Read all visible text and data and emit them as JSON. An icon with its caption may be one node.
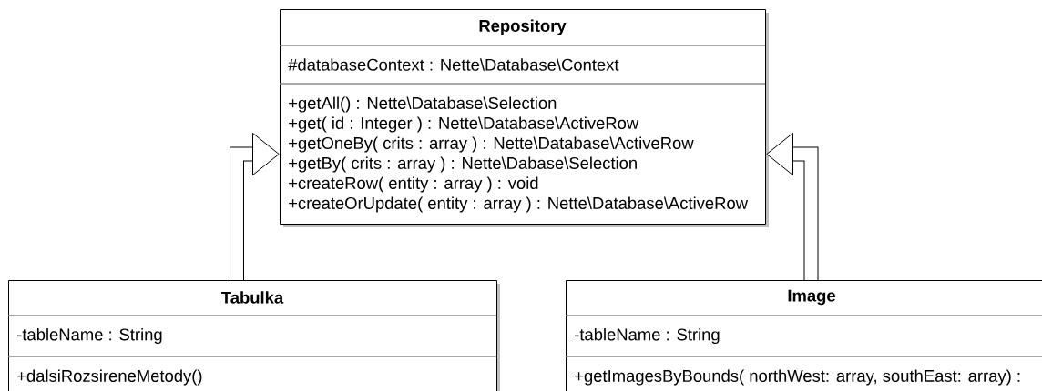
{
  "diagram": {
    "nodes": [
      {
        "text": [
          "Repository",
          "#databaseContext : Nette\\Database\\Context",
          "+getAll() : Nette\\Database\\Selection",
          "+get( id : Integer ) : Nette\\Database\\ActiveRow",
          "+getOneBy( crits : array ) : Nette\\Database\\ActiveRow",
          "+getBy( crits : array ) : Nette\\Dabase\\Selection",
          "+createRow( entity : array ) : void",
          "+createOrUpdate( entity : array ) : Nette\\Database\\ActiveRow"
        ]
      },
      {
        "text": [
          "Tabulka",
          "-tableName : String",
          "+dalsiRozsireneMetody()"
        ]
      },
      {
        "text": [
          "Image",
          "-tableName : String",
          "+getImagesByBounds( northWest: array, southEast: array) :"
        ]
      }
    ],
    "edges": [
      {
        "from": 1,
        "to": 0,
        "arrow": "to"
      },
      {
        "from": 2,
        "to": 0,
        "arrow": "to"
      }
    ]
  }
}
